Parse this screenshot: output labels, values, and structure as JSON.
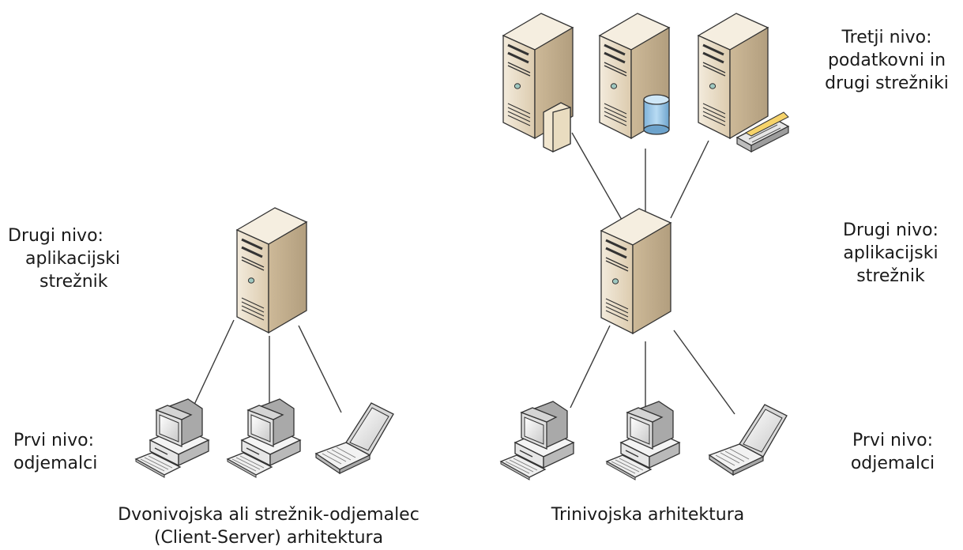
{
  "left": {
    "server_label": [
      "Drugi nivo:",
      "aplikacijski",
      "strežnik"
    ],
    "client_label": [
      "Prvi nivo:",
      "odjemalci"
    ],
    "caption": [
      "Dvonivojska ali strežnik-odjemalec",
      "(Client-Server) arhitektura"
    ]
  },
  "right": {
    "data_label": [
      "Tretji nivo:",
      "podatkovni in",
      "drugi strežniki"
    ],
    "server_label": [
      "Drugi nivo:",
      "aplikacijski",
      "strežnik"
    ],
    "client_label": [
      "Prvi nivo:",
      "odjemalci"
    ],
    "caption": "Trinivojska arhitektura"
  },
  "icons": {
    "server": "tower-server-icon",
    "file_server": "file-server-icon",
    "database_server": "database-server-icon",
    "print_server": "print-server-icon",
    "desktop": "desktop-computer-icon",
    "laptop": "laptop-icon"
  },
  "colors": {
    "server_front": "#ece1cc",
    "server_side": "#c9b596",
    "server_top": "#f4ecdd",
    "line": "#3a3a3a",
    "database": "#9cc8e8"
  }
}
